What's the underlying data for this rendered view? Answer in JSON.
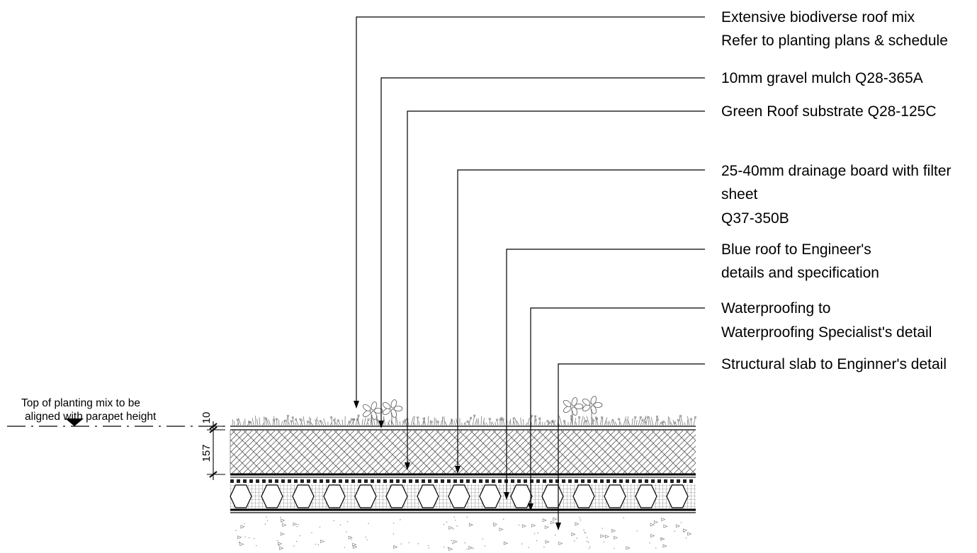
{
  "callouts": [
    {
      "lines": [
        "Extensive biodiverse roof mix",
        "Refer to planting plans & schedule"
      ]
    },
    {
      "lines": [
        "10mm gravel mulch Q28-365A"
      ]
    },
    {
      "lines": [
        "Green Roof substrate Q28-125C"
      ]
    },
    {
      "lines": [
        "25-40mm drainage board with filter",
        "sheet",
        "Q37-350B"
      ]
    },
    {
      "lines": [
        "Blue roof to Engineer's",
        "details and specification"
      ]
    },
    {
      "lines": [
        "Waterproofing to",
        "Waterproofing Specialist's detail"
      ]
    },
    {
      "lines": [
        "Structural slab to Enginner's detail"
      ]
    }
  ],
  "parapet_note": {
    "line1": "Top of planting mix to be",
    "line2": "aligned with parapet height"
  },
  "dimensions": {
    "gravel": "10",
    "substrate": "157"
  }
}
